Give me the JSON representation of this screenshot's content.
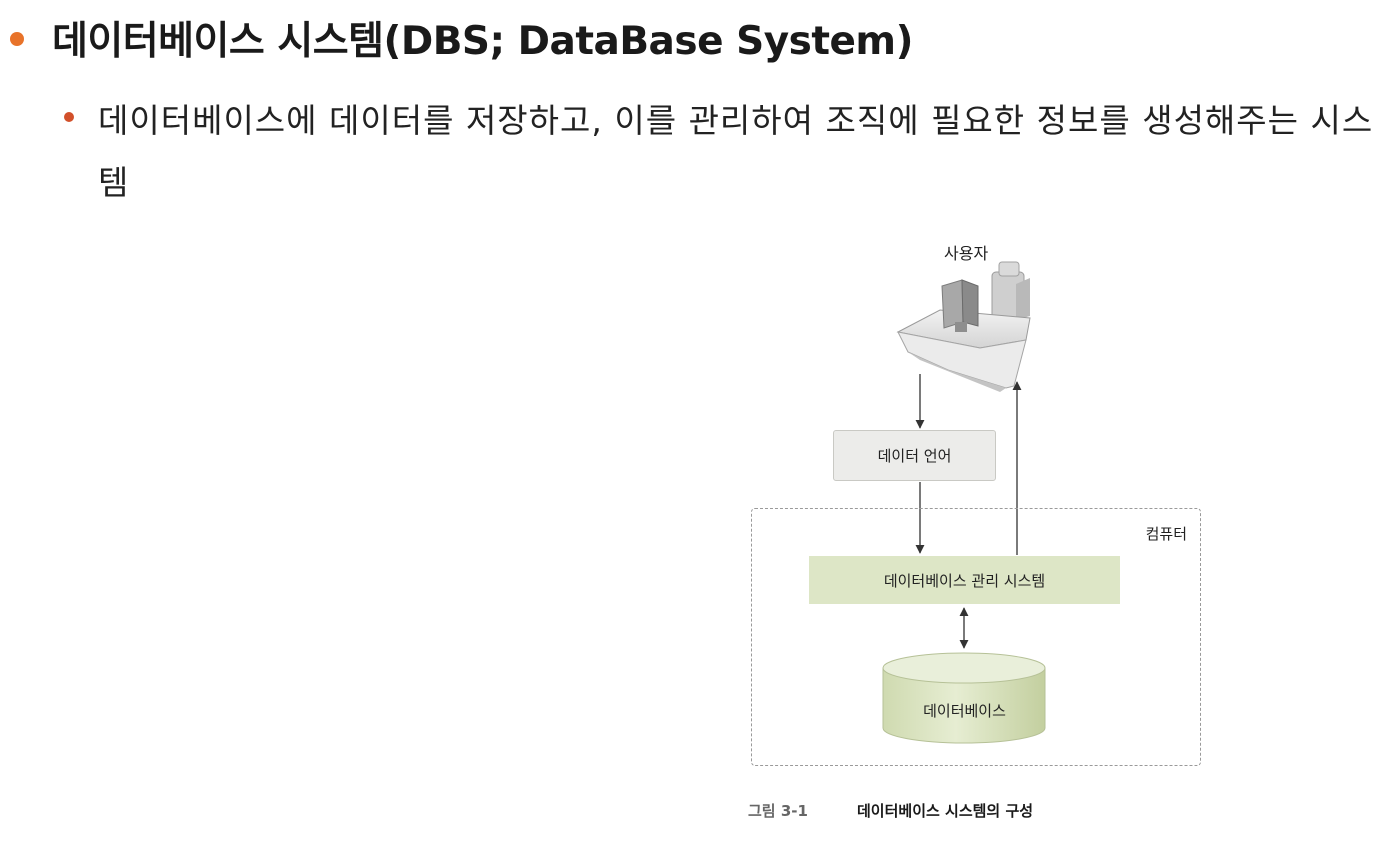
{
  "heading": "데이터베이스 시스템(DBS; DataBase System)",
  "description": "데이터베이스에 데이터를 저장하고, 이를 관리하여 조직에 필요한 정보를 생성해주는 시스템",
  "figure": {
    "user_label": "사용자",
    "language_box": "데이터 언어",
    "computer_label": "컴퓨터",
    "dbms_box": "데이터베이스 관리 시스템",
    "database_label": "데이터베이스",
    "caption_number": "그림 3-1",
    "caption_title": "데이터베이스 시스템의 구성"
  },
  "colors": {
    "main_bullet": "#e8732a",
    "sub_bullet": "#d2502a",
    "dbms_fill": "#dde6c6",
    "database_fill": "#d9e4bf"
  }
}
